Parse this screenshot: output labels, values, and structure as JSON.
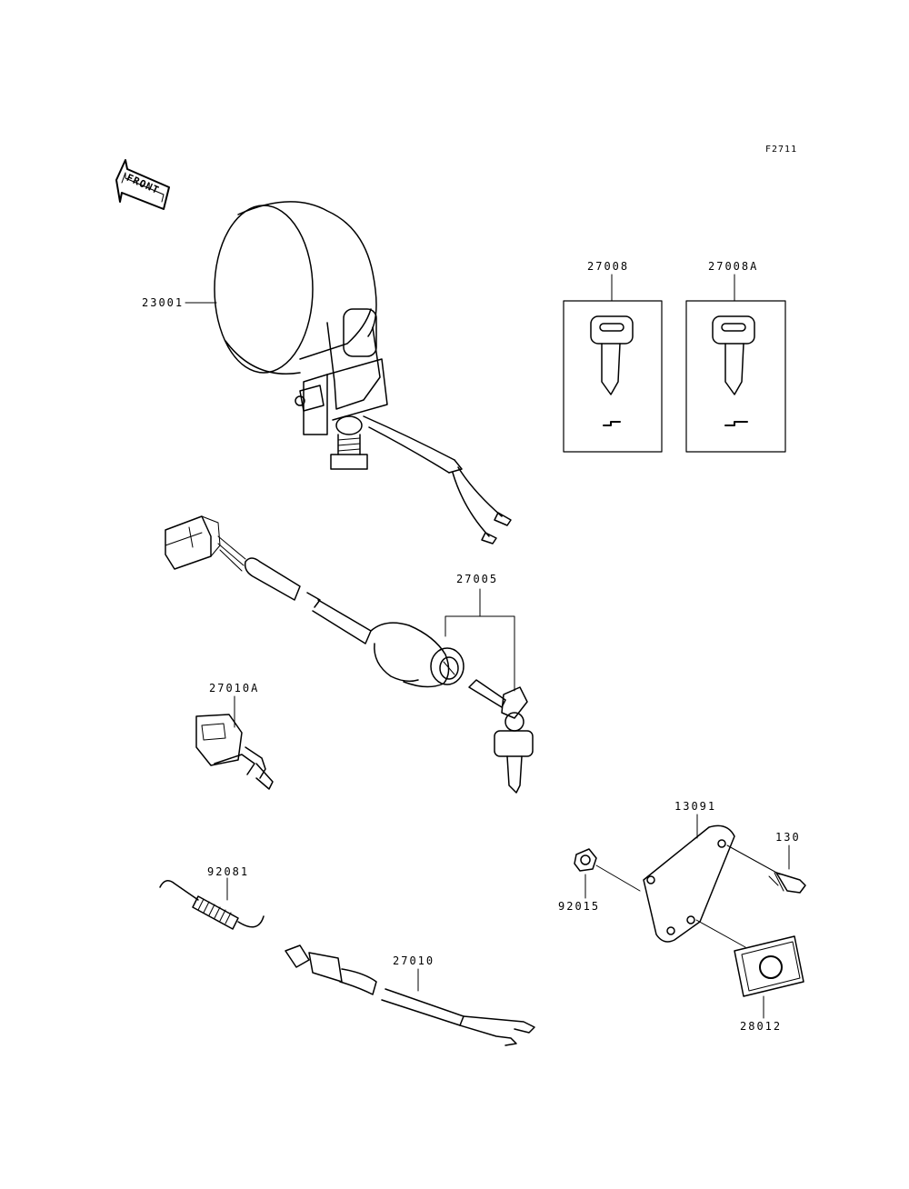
{
  "figure_id": "F2711",
  "front_label": "FRONT",
  "parts": {
    "headlight": "23001",
    "key_a": "27008",
    "key_b": "27008A",
    "ignition_switch": "27005",
    "toggle_switch": "27010A",
    "spring": "92081",
    "plate": "13091",
    "bolt": "130",
    "nut": "92015",
    "stop_switch": "27010",
    "label_plate": "28012"
  }
}
